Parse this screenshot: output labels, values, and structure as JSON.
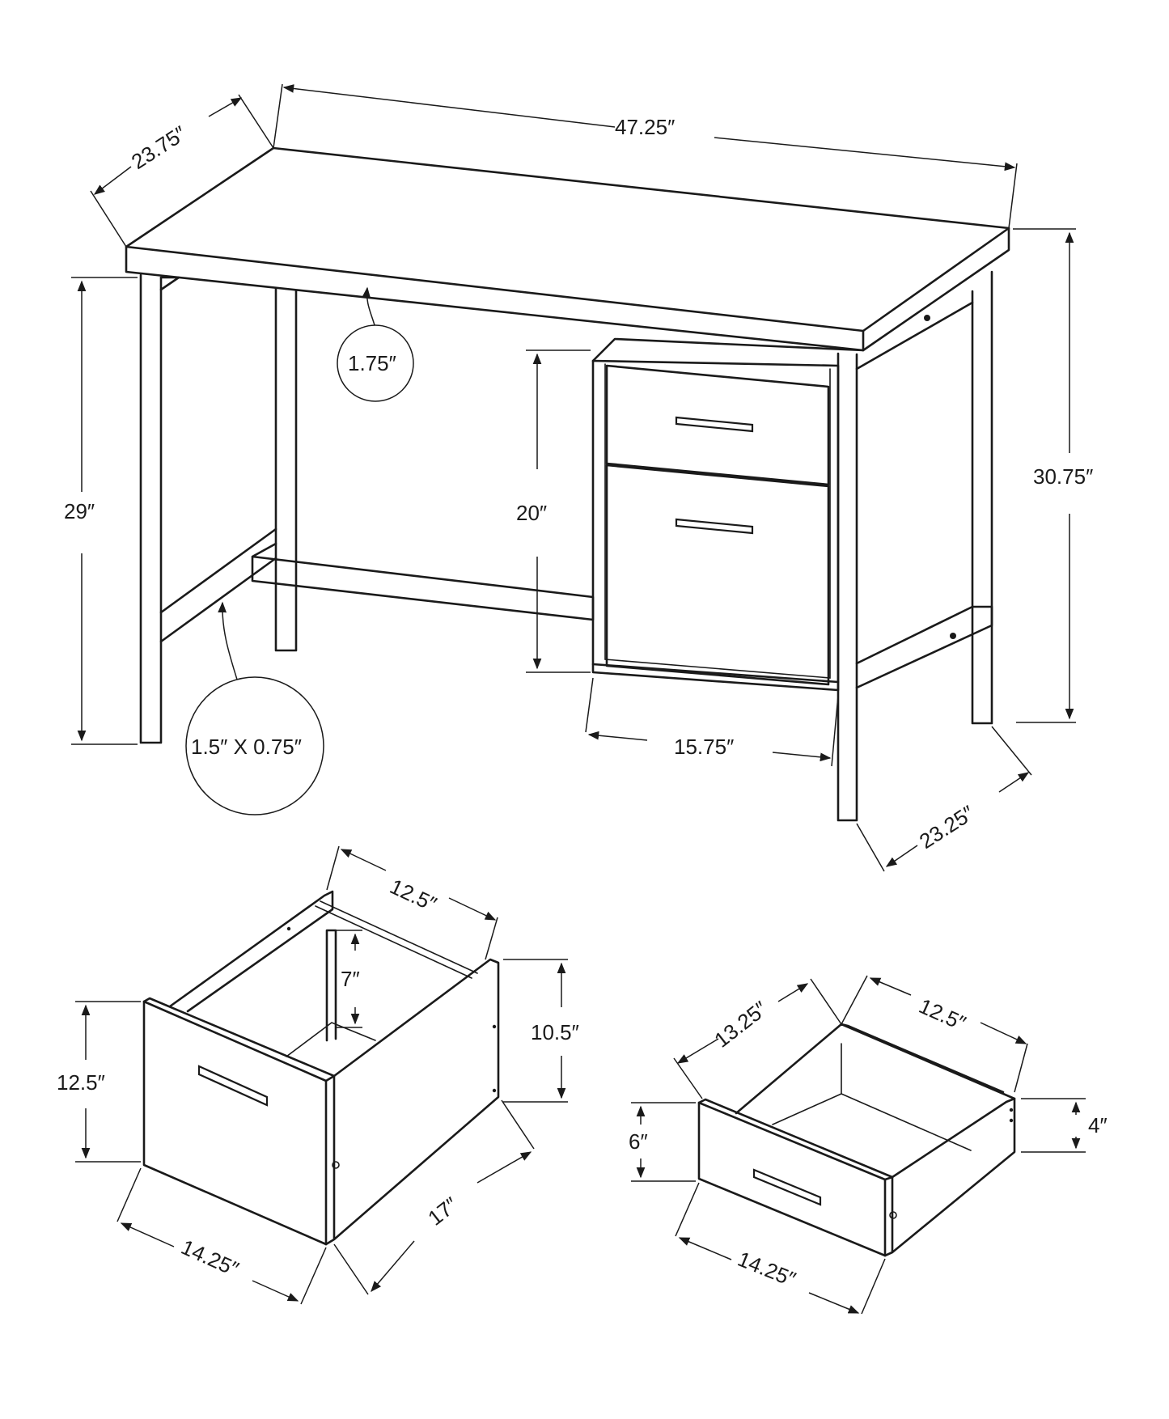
{
  "desk": {
    "top_width": "47.25″",
    "top_depth": "23.75″",
    "overall_height": "30.75″",
    "leg_height": "29″",
    "top_thickness": "1.75″",
    "leg_profile": "1.5″ X 0.75″",
    "pedestal_height": "20″",
    "pedestal_width": "15.75″",
    "base_depth": "23.25″"
  },
  "file_drawer": {
    "inner_width": "12.5″",
    "inner_height": "7″",
    "side_height": "10.5″",
    "front_height": "12.5″",
    "front_width": "14.25″",
    "depth": "17″"
  },
  "small_drawer": {
    "depth": "13.25″",
    "inner_width": "12.5″",
    "front_height": "6″",
    "side_height": "4″",
    "front_width": "14.25″"
  }
}
